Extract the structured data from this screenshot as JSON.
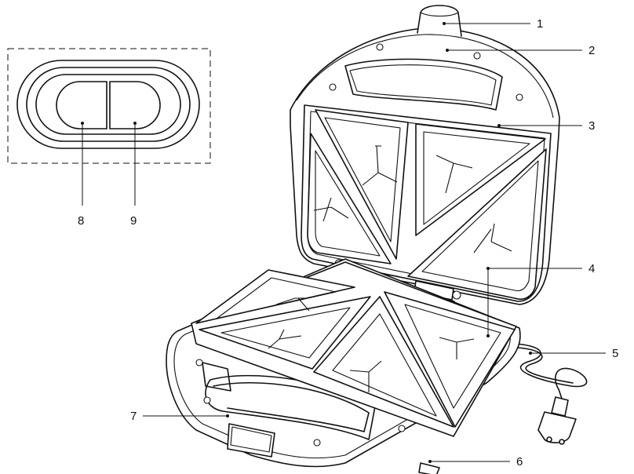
{
  "callouts": [
    {
      "id": "1",
      "text": "1"
    },
    {
      "id": "2",
      "text": "2"
    },
    {
      "id": "3",
      "text": "3"
    },
    {
      "id": "4",
      "text": "4"
    },
    {
      "id": "5",
      "text": "5"
    },
    {
      "id": "6",
      "text": "6"
    },
    {
      "id": "7",
      "text": "7"
    },
    {
      "id": "8",
      "text": "8"
    },
    {
      "id": "9",
      "text": "9"
    }
  ],
  "colors": {
    "ink": "#111111",
    "paper": "#ffffff"
  }
}
